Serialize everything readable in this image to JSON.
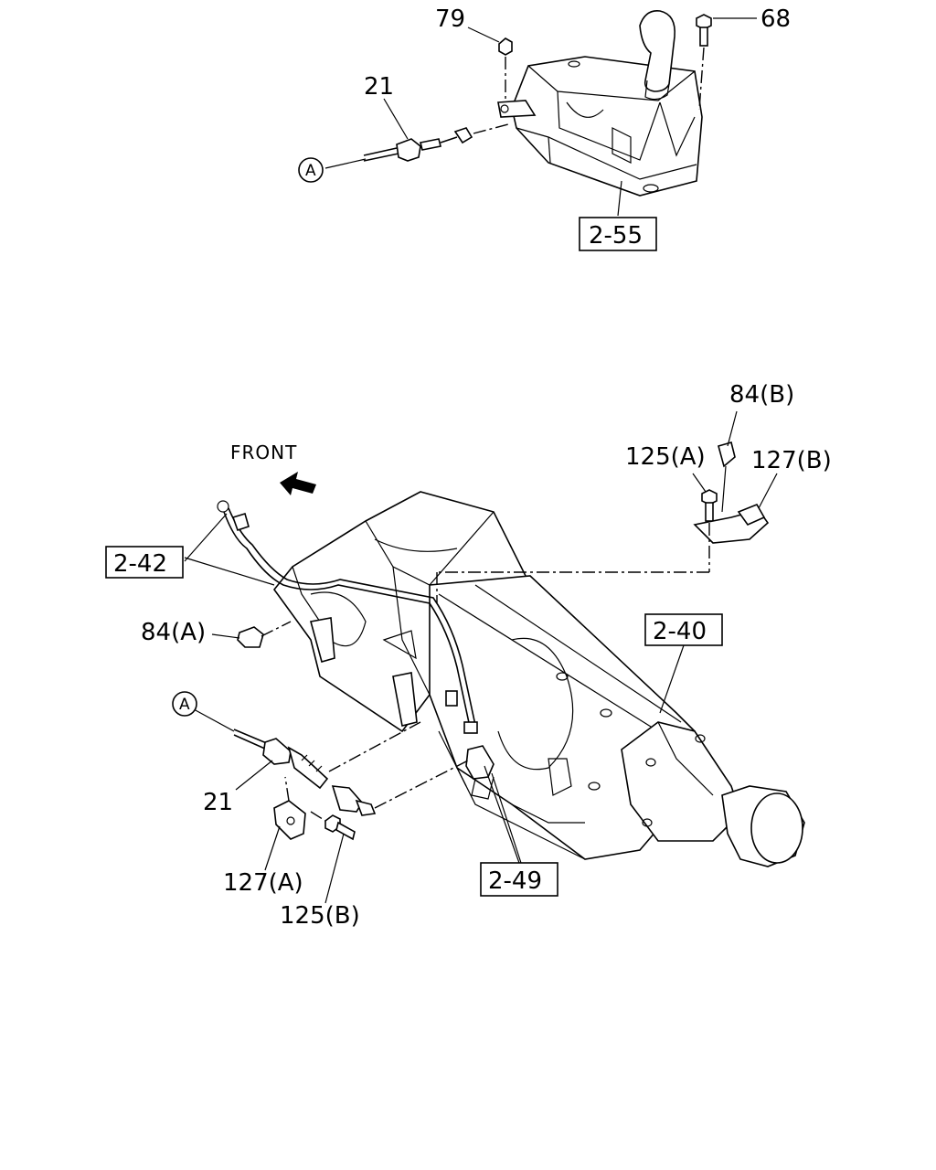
{
  "direction_label": "FRONT",
  "callouts": {
    "c79": "79",
    "c68": "68",
    "c21_top": "21",
    "c21_bottom": "21",
    "c84a": "84(A)",
    "c84b": "84(B)",
    "c125a": "125(A)",
    "c125b": "125(B)",
    "c127a": "127(A)",
    "c127b": "127(B)"
  },
  "reference_boxes": {
    "r2_55": "2-55",
    "r2_42": "2-42",
    "r2_40": "2-40",
    "r2_49": "2-49"
  },
  "connector_marks": {
    "a_top": "A",
    "a_bottom": "A"
  }
}
